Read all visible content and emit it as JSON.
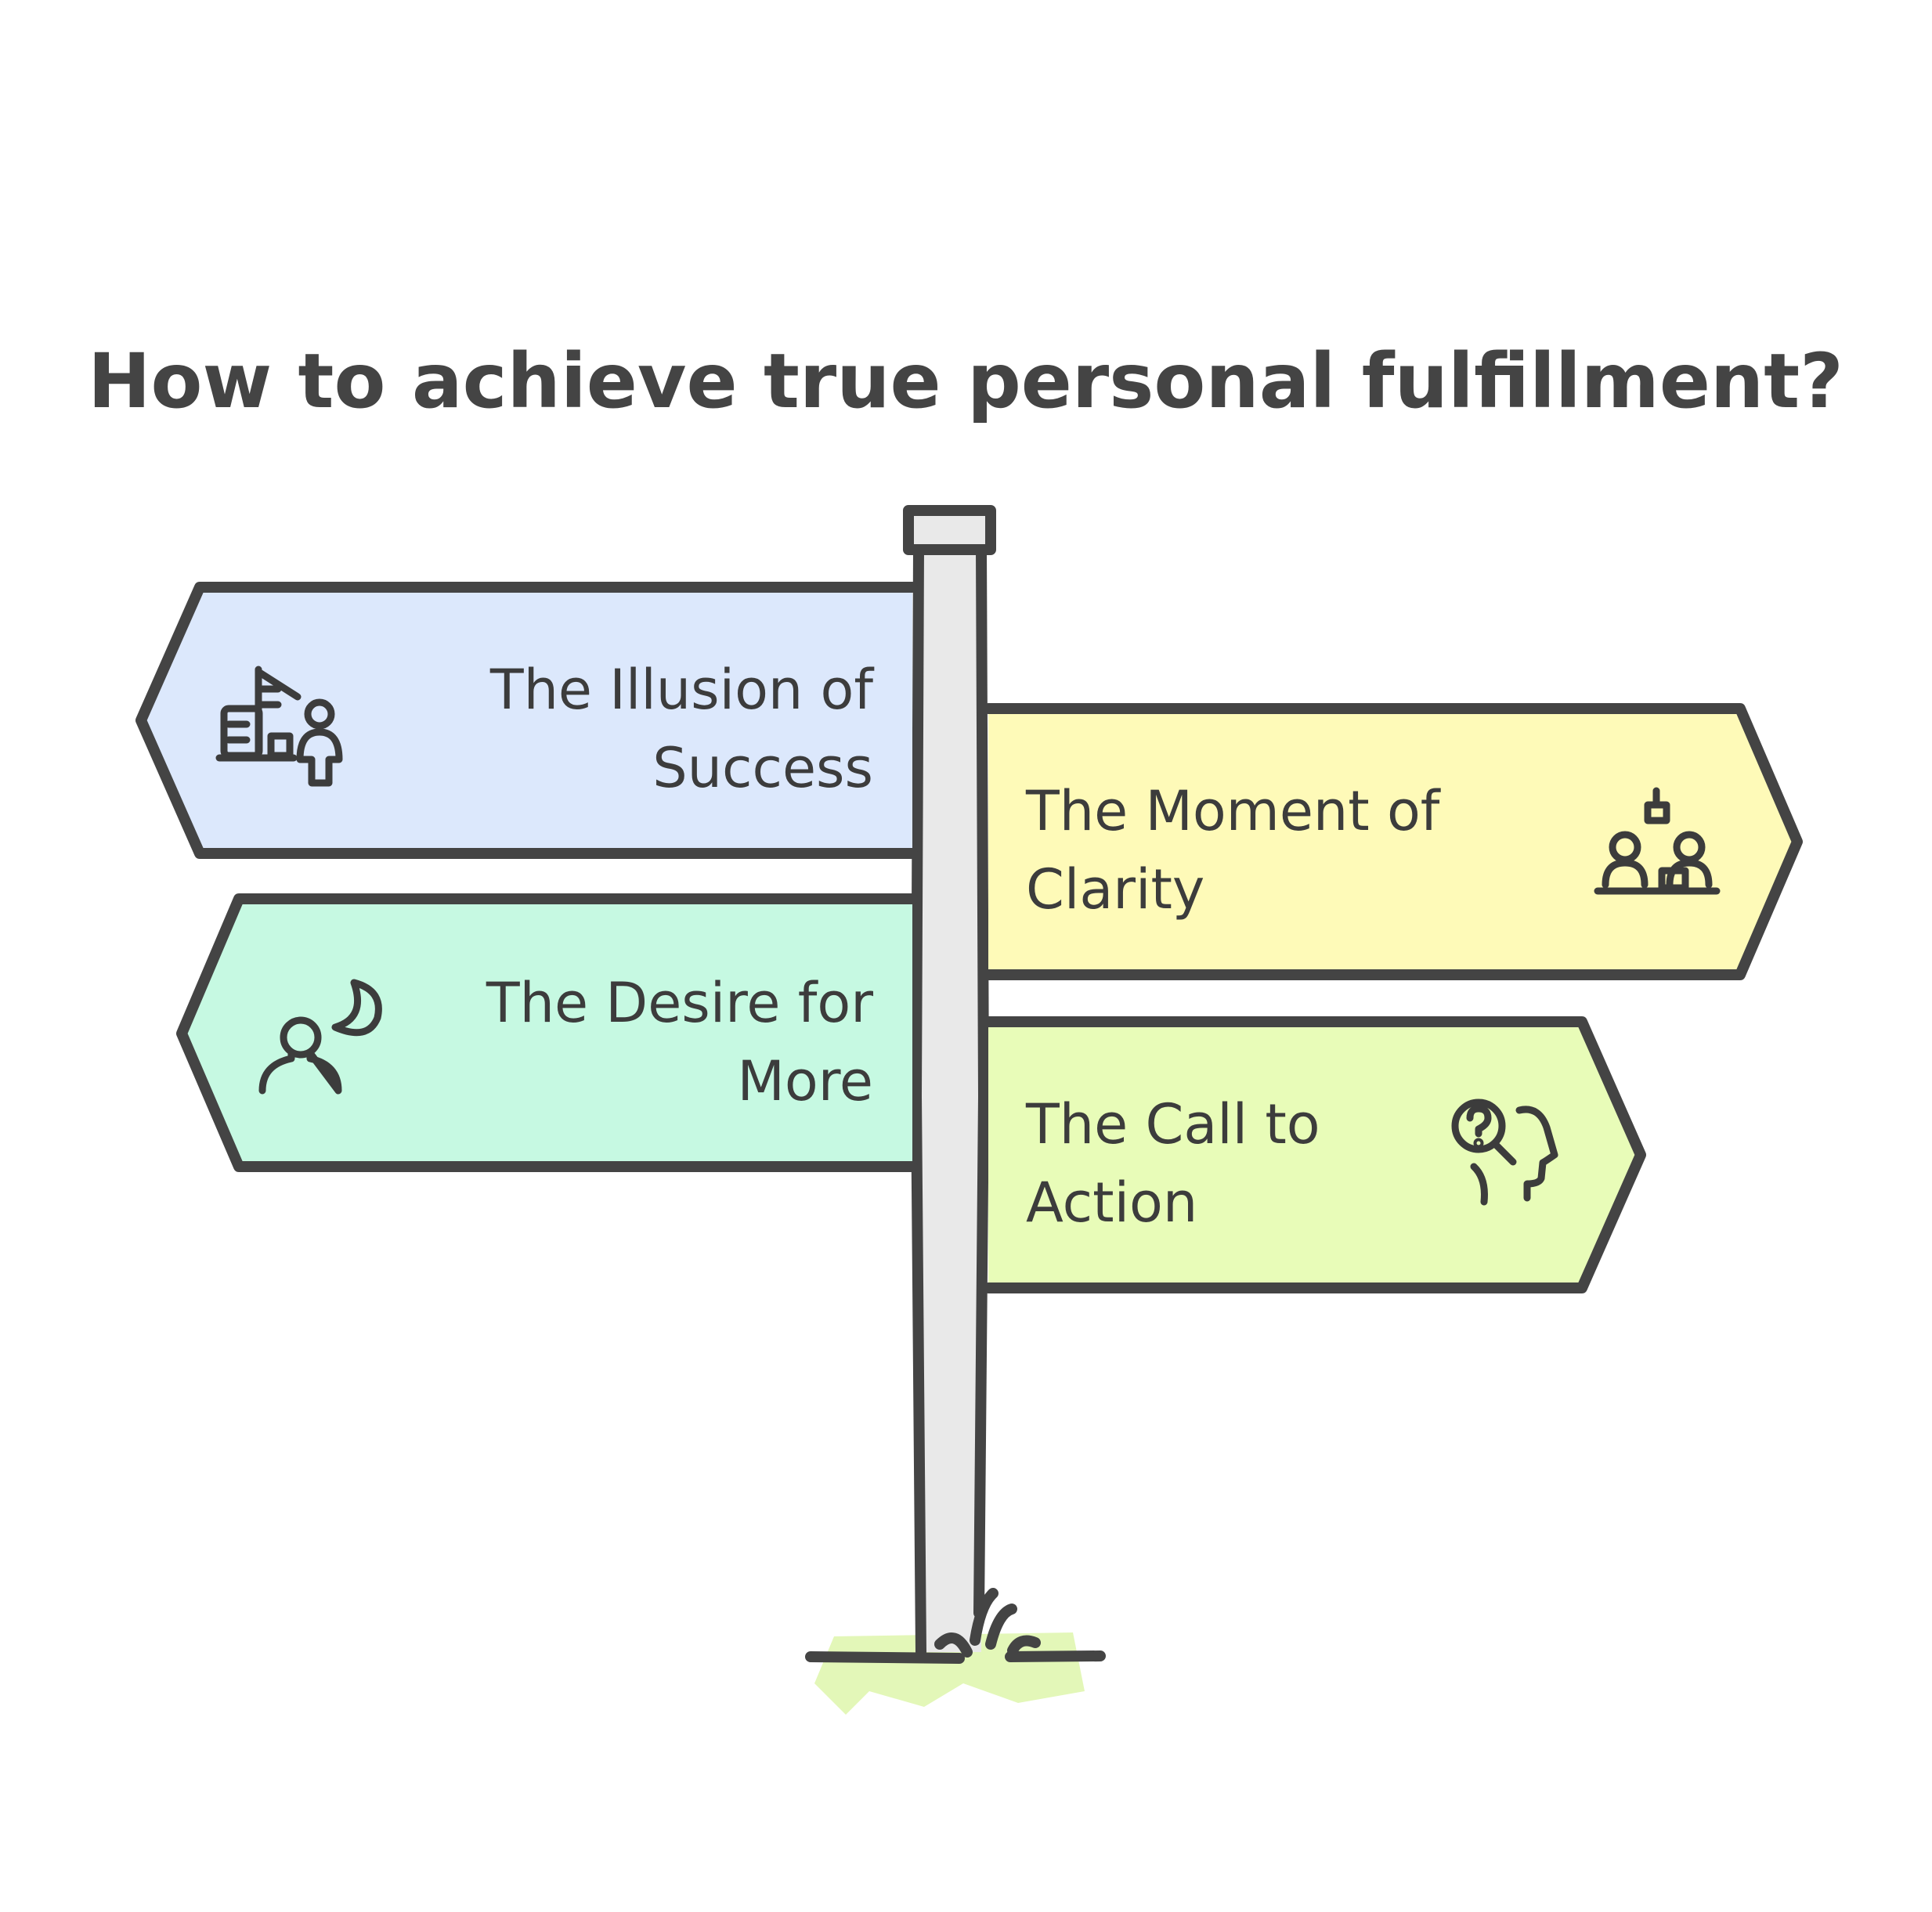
{
  "title": "How to achieve true personal fulfillment?",
  "colors": {
    "outline": "#444444",
    "text": "#3c3c3c",
    "pole": "#e9e9e9",
    "grass": "#e3f7b8"
  },
  "signs": [
    {
      "id": "illusion",
      "line1": "The Illusion of",
      "line2": "Success",
      "color": "#dce8fc",
      "icon": "city-person-icon"
    },
    {
      "id": "desire",
      "line1": "The Desire for",
      "line2": "More",
      "color": "#c6f9e2",
      "icon": "person-moon-icon"
    },
    {
      "id": "clarity",
      "line1": "The Moment of",
      "line2": "Clarity",
      "color": "#fefab8",
      "icon": "people-desk-icon"
    },
    {
      "id": "action",
      "line1": "The Call to",
      "line2": "Action",
      "color": "#e8fcb8",
      "icon": "head-search-icon"
    }
  ]
}
